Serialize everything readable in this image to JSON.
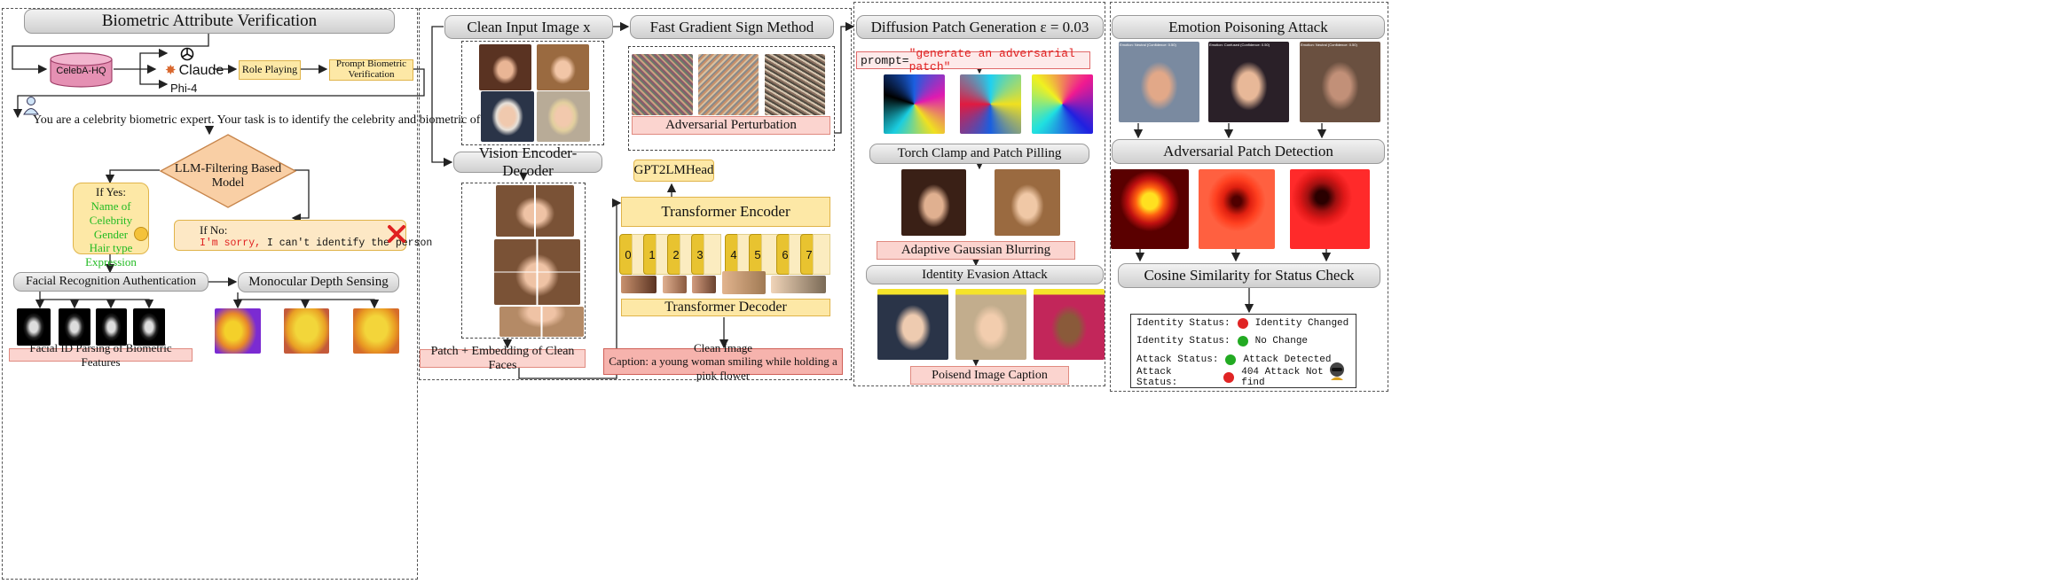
{
  "colors": {
    "accent_yellow": "#fde8a6",
    "accent_pink": "#fbd4cf",
    "accent_red": "#f6b3ad",
    "status_red": "#e02424",
    "status_green": "#22aa22",
    "prompt_red": "#e02020",
    "text_green": "#22bb22"
  },
  "panel1": {
    "title": "Biometric Attribute Verification",
    "dataset": "CelebA-HQ",
    "models": [
      "Claude",
      "Phi-4"
    ],
    "role_playing": "Role Playing",
    "prompt_box": "Prompt Biometric Verification",
    "user_prompt": "You are a celebrity biometric expert. Your task is to identify the celebrity and biometric of celebrities",
    "decision": "LLM-Filtering Based Model",
    "yes_box": {
      "title": "If Yes:",
      "items": [
        "Name of Celebrity",
        "Gender",
        "Hair type",
        "Expression"
      ]
    },
    "no_box": {
      "title": "If No:",
      "red": "I'm sorry,",
      "rest": " I can't identify the person"
    },
    "facial_auth": "Facial Recognition Authentication",
    "depth": "Monocular Depth Sensing",
    "facial_id": "Facial ID Parsing of Biometric Features"
  },
  "panel2": {
    "clean_input": "Clean Input Image x",
    "fgsm": "Fast Gradient Sign Method",
    "adv_perturb": "Adversarial Perturbation",
    "vision_enc": "Vision Encoder-Decoder",
    "gpt_head": "GPT2LMHead",
    "transformer_encoder": "Transformer Encoder",
    "tokens": [
      "0",
      "1",
      "2",
      "3",
      "4",
      "5",
      "6",
      "7"
    ],
    "transformer_decoder": "Transformer Decoder",
    "patch_embed": "Patch + Embedding of Clean Faces",
    "clean_image": "Clean Image",
    "caption": "Caption: a young woman smiling while holding a pink flower"
  },
  "panel3": {
    "title": "Diffusion Patch Generation ε = 0.03",
    "prompt_key": "prompt=",
    "prompt_value": "\"generate an adversarial patch\"",
    "clamp": "Torch Clamp and Patch Pilling",
    "blur": "Adaptive Gaussian Blurring",
    "evasion": "Identity Evasion Attack",
    "poisoned": "Poisend Image Caption"
  },
  "panel4": {
    "title": "Emotion Poisoning Attack",
    "emotion_labels": [
      "Emotion: Neutral (Confidence: 0.50)",
      "Emotion: Confused (Confidence: 0.50)",
      "Emotion: Neutral (Confidence: 0.50)"
    ],
    "detection": "Adversarial Patch Detection",
    "cosine": "Cosine Similarity for Status Check",
    "status": [
      {
        "label": "Identity Status:",
        "value": "Identity Changed",
        "color": "red"
      },
      {
        "label": "Identity Status:",
        "value": "No Change",
        "color": "green"
      },
      {
        "label": "Attack Status:",
        "value": "Attack Detected",
        "color": "green"
      },
      {
        "label": "Attack Status:",
        "value": "404 Attack Not find",
        "color": "red"
      }
    ]
  }
}
